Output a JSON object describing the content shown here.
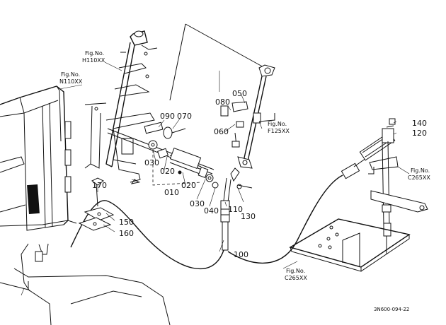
{
  "refs": [
    {
      "id": "ref-h110",
      "line1": "Fig.No.",
      "line2": "H110XX"
    },
    {
      "id": "ref-n110",
      "line1": "Fig.No.",
      "line2": "N110XX"
    },
    {
      "id": "ref-f125",
      "line1": "Fig.No.",
      "line2": "F125XX"
    },
    {
      "id": "ref-c265-upper",
      "line1": "Fig.No.",
      "line2": "C265XX"
    },
    {
      "id": "ref-c265-lower",
      "line1": "Fig.No.",
      "line2": "C265XX"
    }
  ],
  "parts": {
    "p010": "010",
    "p020a": "020",
    "p020b": "020",
    "p030a": "030",
    "p030b": "030",
    "p040": "040",
    "p050": "050",
    "p060": "060",
    "p070": "070",
    "p080": "080",
    "p090": "090",
    "p100": "100",
    "p110": "110",
    "p120": "120",
    "p130": "130",
    "p140": "140",
    "p150": "150",
    "p160": "160",
    "p170": "170"
  },
  "drawing_code": "3N600-094-22"
}
